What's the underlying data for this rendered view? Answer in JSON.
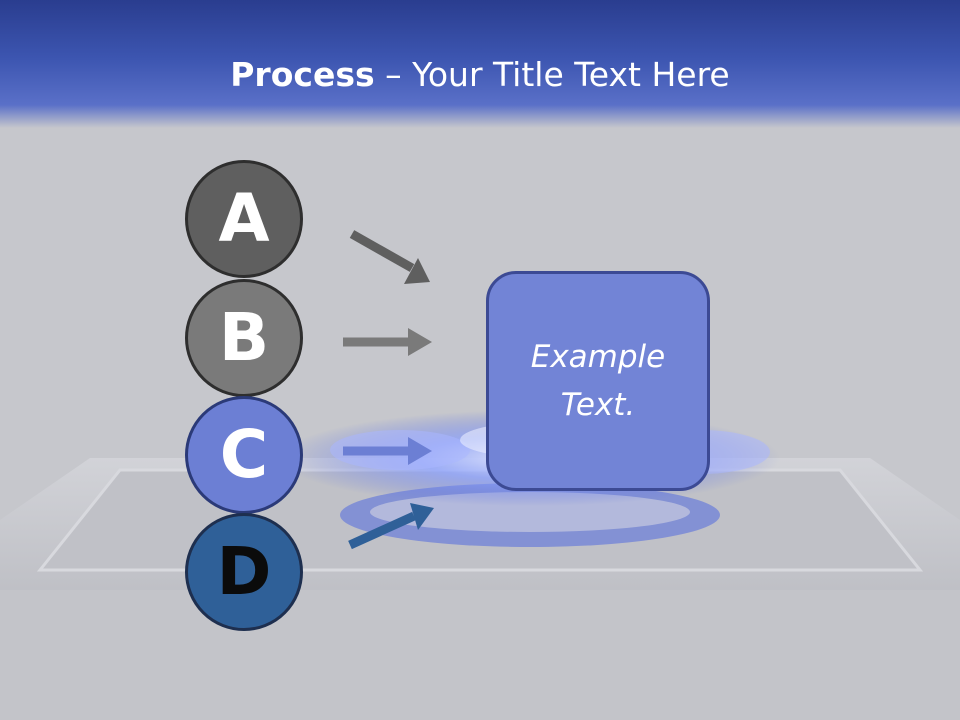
{
  "title": {
    "bold": "Process",
    "rest": " – Your Title Text Here"
  },
  "steps": [
    {
      "letter": "A"
    },
    {
      "letter": "B"
    },
    {
      "letter": "C"
    },
    {
      "letter": "D"
    }
  ],
  "box": {
    "text": "Example Text."
  },
  "colors": {
    "header": "#3c55b0",
    "step_a": "#5f5f5f",
    "step_b": "#7a7a7a",
    "step_c": "#6c7fd4",
    "step_d": "#2f6098",
    "box": "#7284d6"
  }
}
